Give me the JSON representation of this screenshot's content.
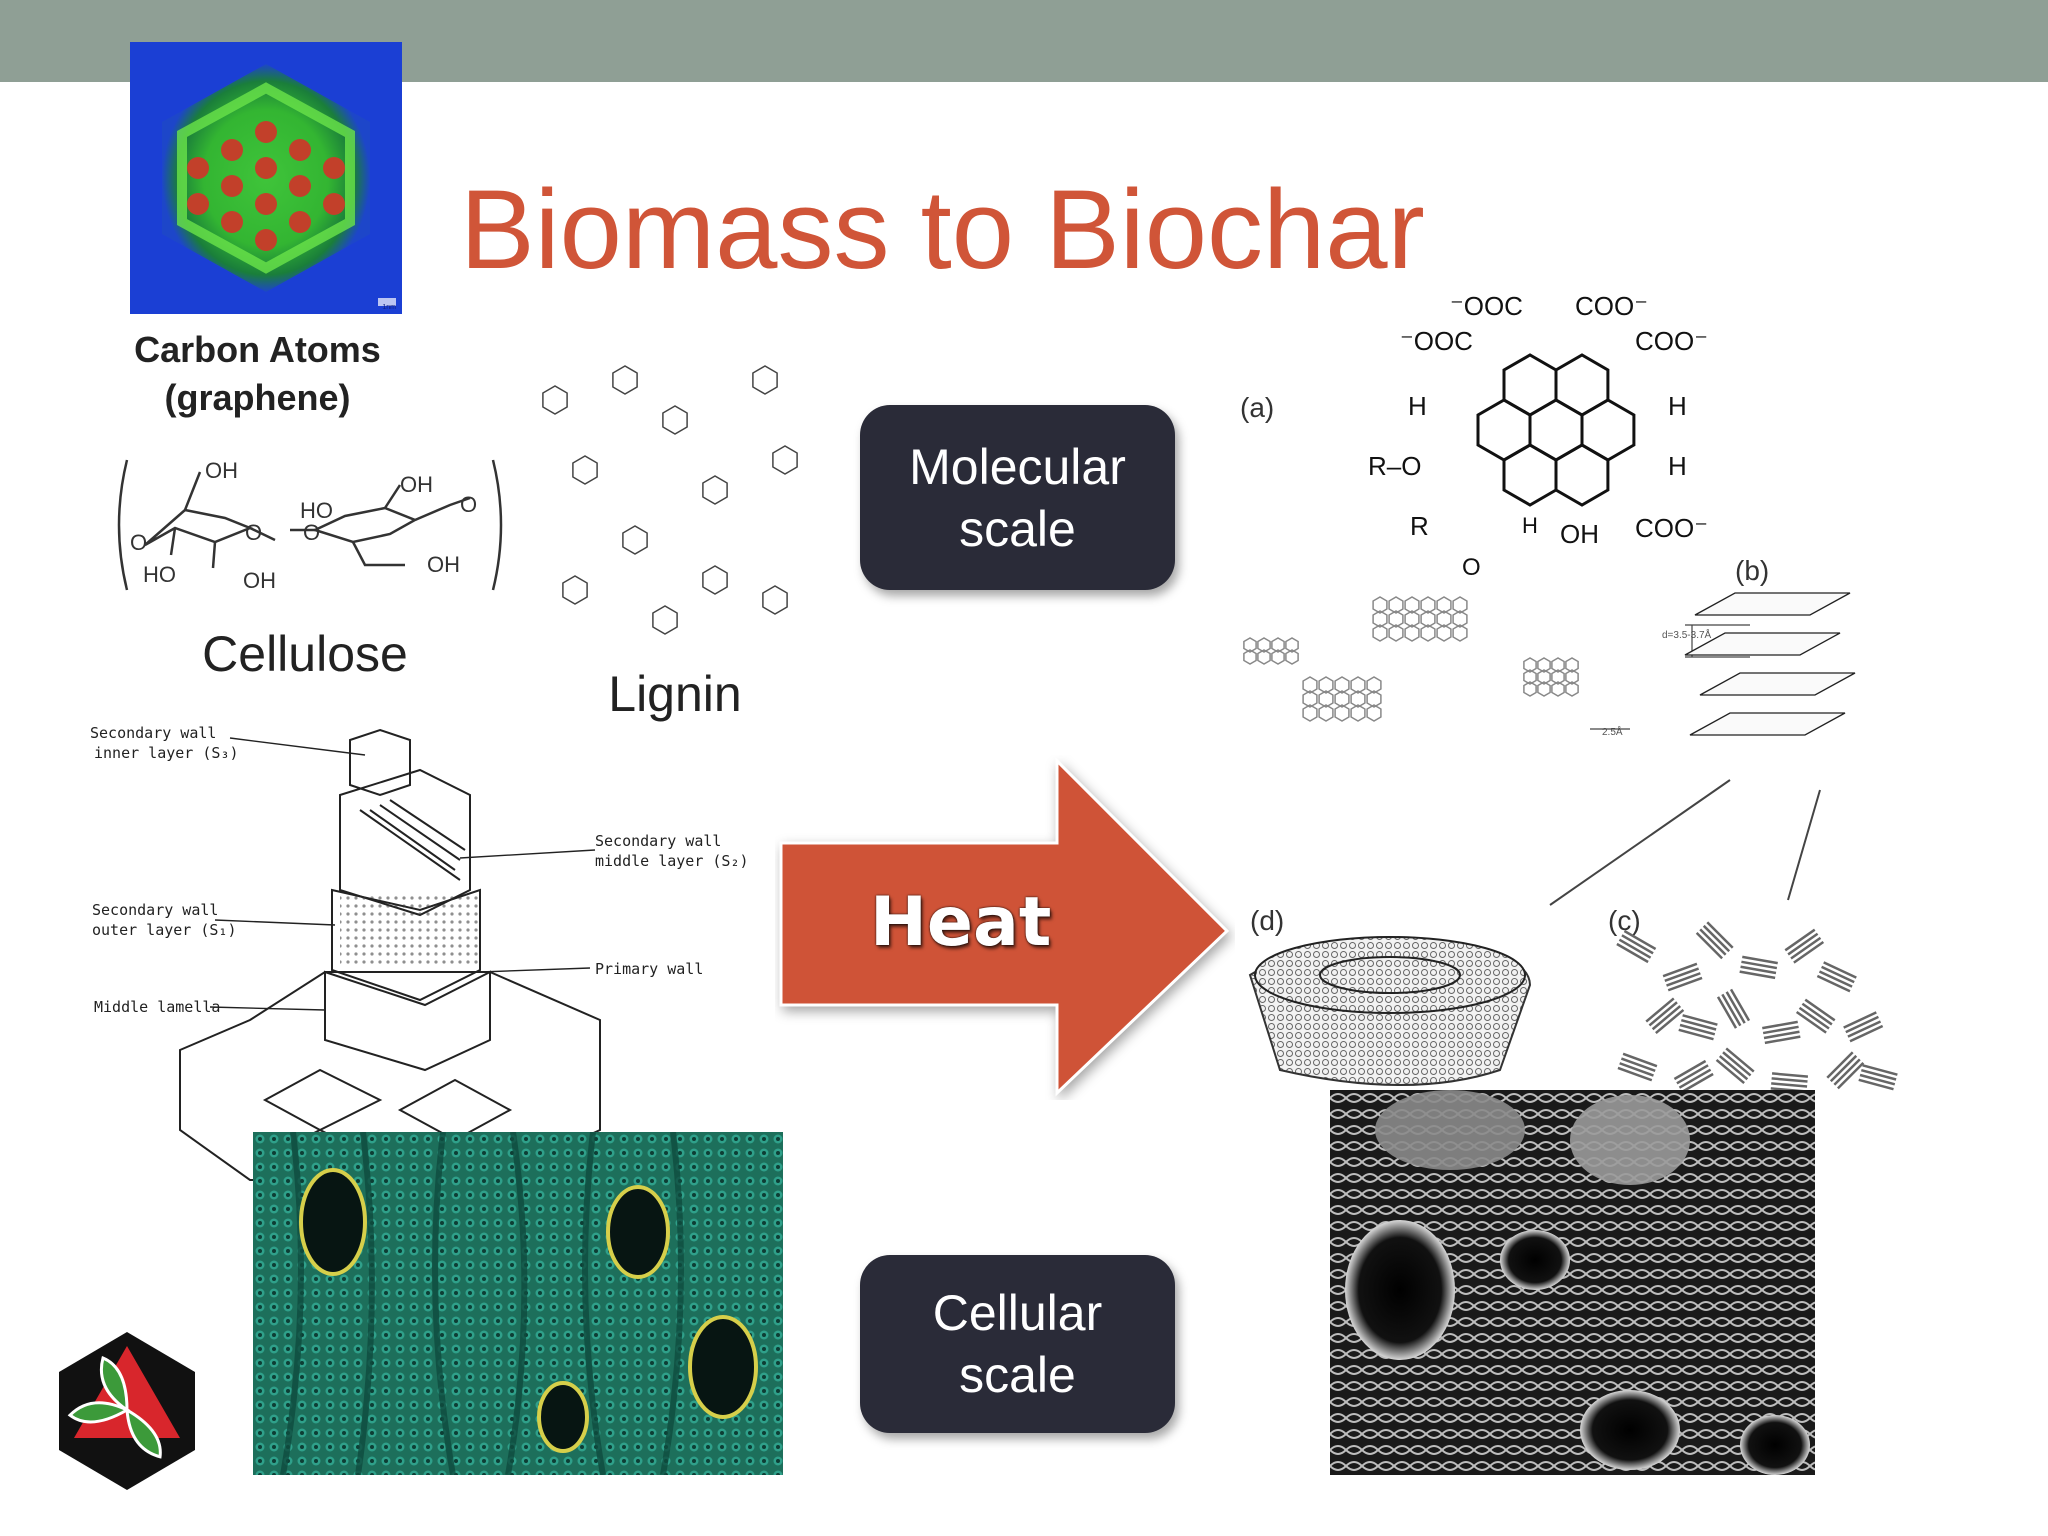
{
  "slide": {
    "title": "Biomass to Biochar",
    "colors": {
      "topbar": "#8f9f95",
      "title": "#d05538",
      "box": "#2a2b38",
      "arrow": "#cf5337"
    }
  },
  "graphene": {
    "caption_line1": "Carbon Atoms",
    "caption_line2": "(graphene)",
    "corner_mark": "1nm"
  },
  "cellulose": {
    "caption": "Cellulose",
    "atoms": [
      "OH",
      "OH",
      "HO",
      "O",
      "O",
      "O",
      "O",
      "HO",
      "OH",
      "OH"
    ]
  },
  "lignin": {
    "caption": "Lignin"
  },
  "boxes": {
    "molecular_line1": "Molecular",
    "molecular_line2": "scale",
    "cellular_line1": "Cellular",
    "cellular_line2": "scale"
  },
  "arrow": {
    "label": "Heat"
  },
  "cell_wall": {
    "labels": {
      "s3": "Secondary wall inner layer (S₃)",
      "s3_l1": "Secondary wall",
      "s3_l2": "inner layer (S₃)",
      "s2_l1": "Secondary wall",
      "s2_l2": "middle layer (S₂)",
      "s1_l1": "Secondary wall",
      "s1_l2": "outer layer (S₁)",
      "primary": "Primary wall",
      "lamella": "Middle lamella"
    }
  },
  "biochar_structure": {
    "panel_labels": [
      "(a)",
      "(b)",
      "(c)",
      "(d)"
    ],
    "groups": {
      "coo_top_left": "⁻OOC",
      "coo_top_right": "COO⁻",
      "coo_mid_left": "⁻OOC",
      "coo_mid_right": "COO⁻",
      "coo_bottom_right": "COO⁻",
      "h1": "H",
      "h2": "H",
      "h3": "H",
      "h4": "H",
      "ro": "R–O",
      "r": "R",
      "o": "O",
      "oh": "OH"
    },
    "spacing_label": "d=3.5-3.7Å",
    "scale_label": "2.5Å"
  }
}
